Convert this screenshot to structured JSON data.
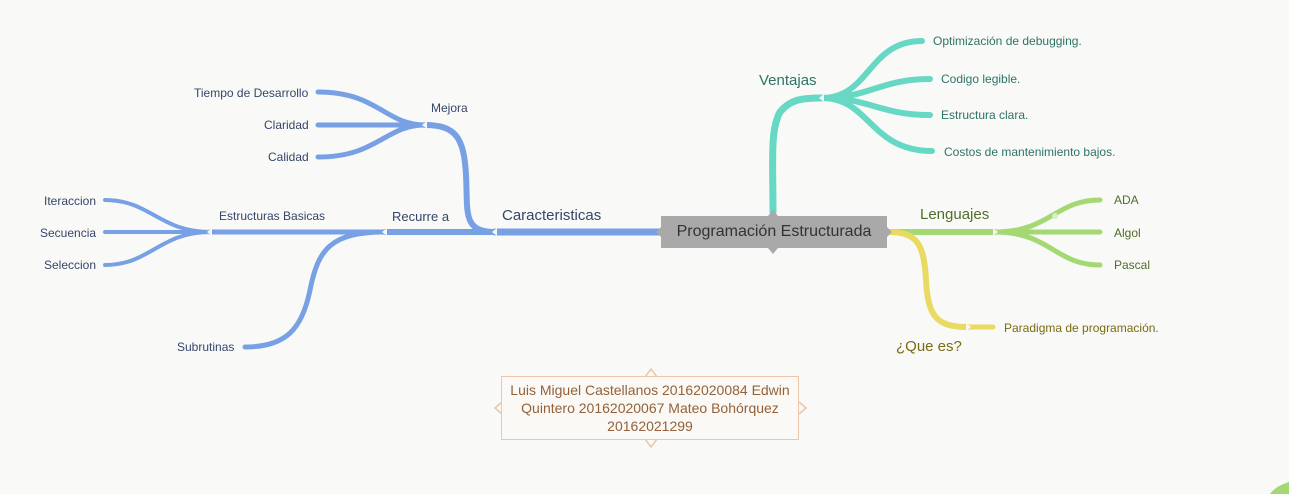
{
  "central": "Programación Estructurada",
  "credits": "Luis Miguel Castellanos 20162020084 Edwin Quintero 20162020067 Mateo Bohórquez 20162021299",
  "caracteristicas": {
    "label": "Caracteristicas",
    "mejora": {
      "label": "Mejora",
      "items": [
        "Tiempo de Desarrollo",
        "Claridad",
        "Calidad"
      ]
    },
    "recurre": {
      "label": "Recurre a",
      "estructuras": {
        "label": "Estructuras Basicas",
        "items": [
          "Iteraccion",
          "Secuencia",
          "Seleccion"
        ]
      },
      "subrutinas": "Subrutinas"
    }
  },
  "ventajas": {
    "label": "Ventajas",
    "items": [
      "Optimización de debugging.",
      "Codigo legible.",
      "Estructura clara.",
      "Costos de mantenimiento bajos."
    ]
  },
  "lenguajes": {
    "label": "Lenguajes",
    "items": [
      "ADA",
      "Algol",
      "Pascal"
    ]
  },
  "que_es": {
    "label": "¿Que es?",
    "item": "Paradigma de programación."
  },
  "colors": {
    "blue": "#77a1e4",
    "teal": "#66d8c4",
    "green": "#a4d873",
    "yellow": "#e9da62",
    "central_bg": "#a9a9a9",
    "credit_border": "#ecc5aa"
  }
}
